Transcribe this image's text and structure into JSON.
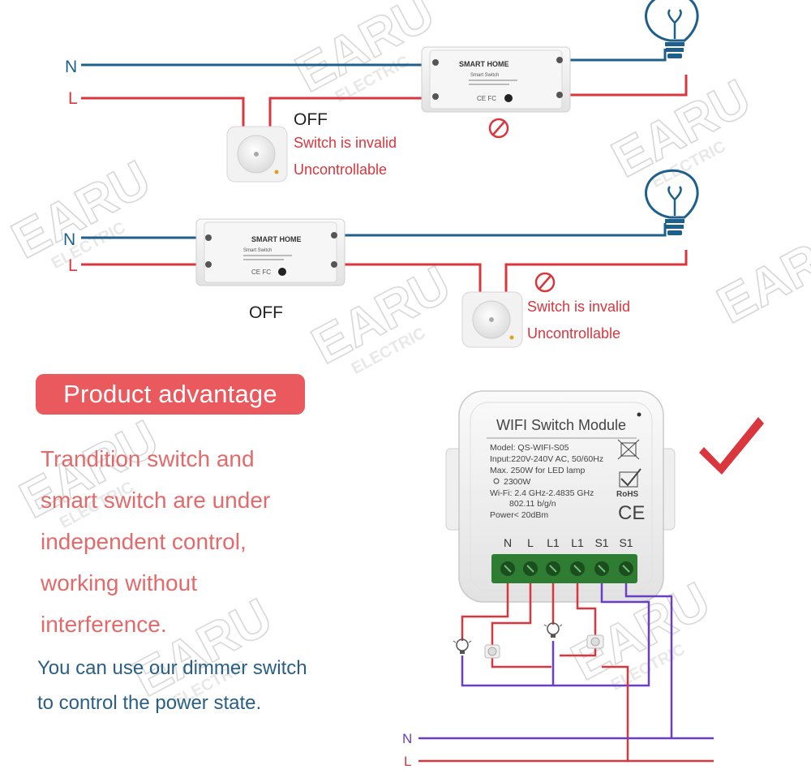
{
  "watermark": {
    "brand": "EARU",
    "sub": "ELECTRIC"
  },
  "diagram_top": {
    "n_label": "N",
    "l_label": "L",
    "state": "OFF",
    "invalid": "Switch is invalid",
    "uncontrollable": "Uncontrollable",
    "module_brand": "SMART HOME",
    "module_sub": "Smart Switch"
  },
  "diagram_middle": {
    "n_label": "N",
    "l_label": "L",
    "state": "OFF",
    "invalid": "Switch is invalid",
    "uncontrollable": "Uncontrollable",
    "module_brand": "SMART HOME",
    "module_sub": "Smart Switch"
  },
  "advantage": {
    "title": "Product advantage",
    "lines": [
      "Trandition  switch and",
      "smart switch are under",
      "independent control,",
      "working without",
      "interference."
    ],
    "note_lines": [
      "You can use our dimmer switch",
      "to control the power state."
    ]
  },
  "module": {
    "title": "WIFI Switch Module",
    "model": "Model: QS-WIFI-S05",
    "input": "Input:220V-240V AC, 50/60Hz",
    "max": "Max. 250W for LED lamp",
    "power": "2300W",
    "wifi": "Wi-Fi: 2.4 GHz-2.4835 GHz",
    "standard": "802.11 b/g/n",
    "tx_power": "Power< 20dBm",
    "rohs": "RoHS",
    "ce": "CE",
    "terminals": [
      "N",
      "L",
      "L1",
      "L1",
      "S1",
      "S1"
    ]
  },
  "bottom": {
    "n_label": "N",
    "l_label": "L"
  },
  "colors": {
    "live": "#d9363e",
    "neutral": "#1f5f8b",
    "switch_wire": "#6a3fc4",
    "badge": "#e9595d",
    "check": "#d9363e"
  }
}
